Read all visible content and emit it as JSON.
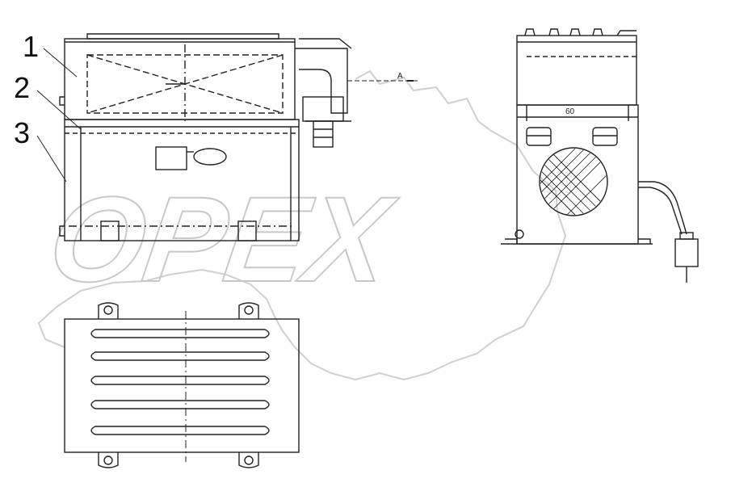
{
  "callouts": [
    {
      "label": "1"
    },
    {
      "label": "2"
    },
    {
      "label": "3"
    }
  ],
  "section_marker": "A",
  "dimension_label": "60",
  "watermark": {
    "text": "OPEX"
  },
  "colors": {
    "line": "#222222",
    "watermark": "#d0d0d0",
    "background": "#ffffff"
  }
}
